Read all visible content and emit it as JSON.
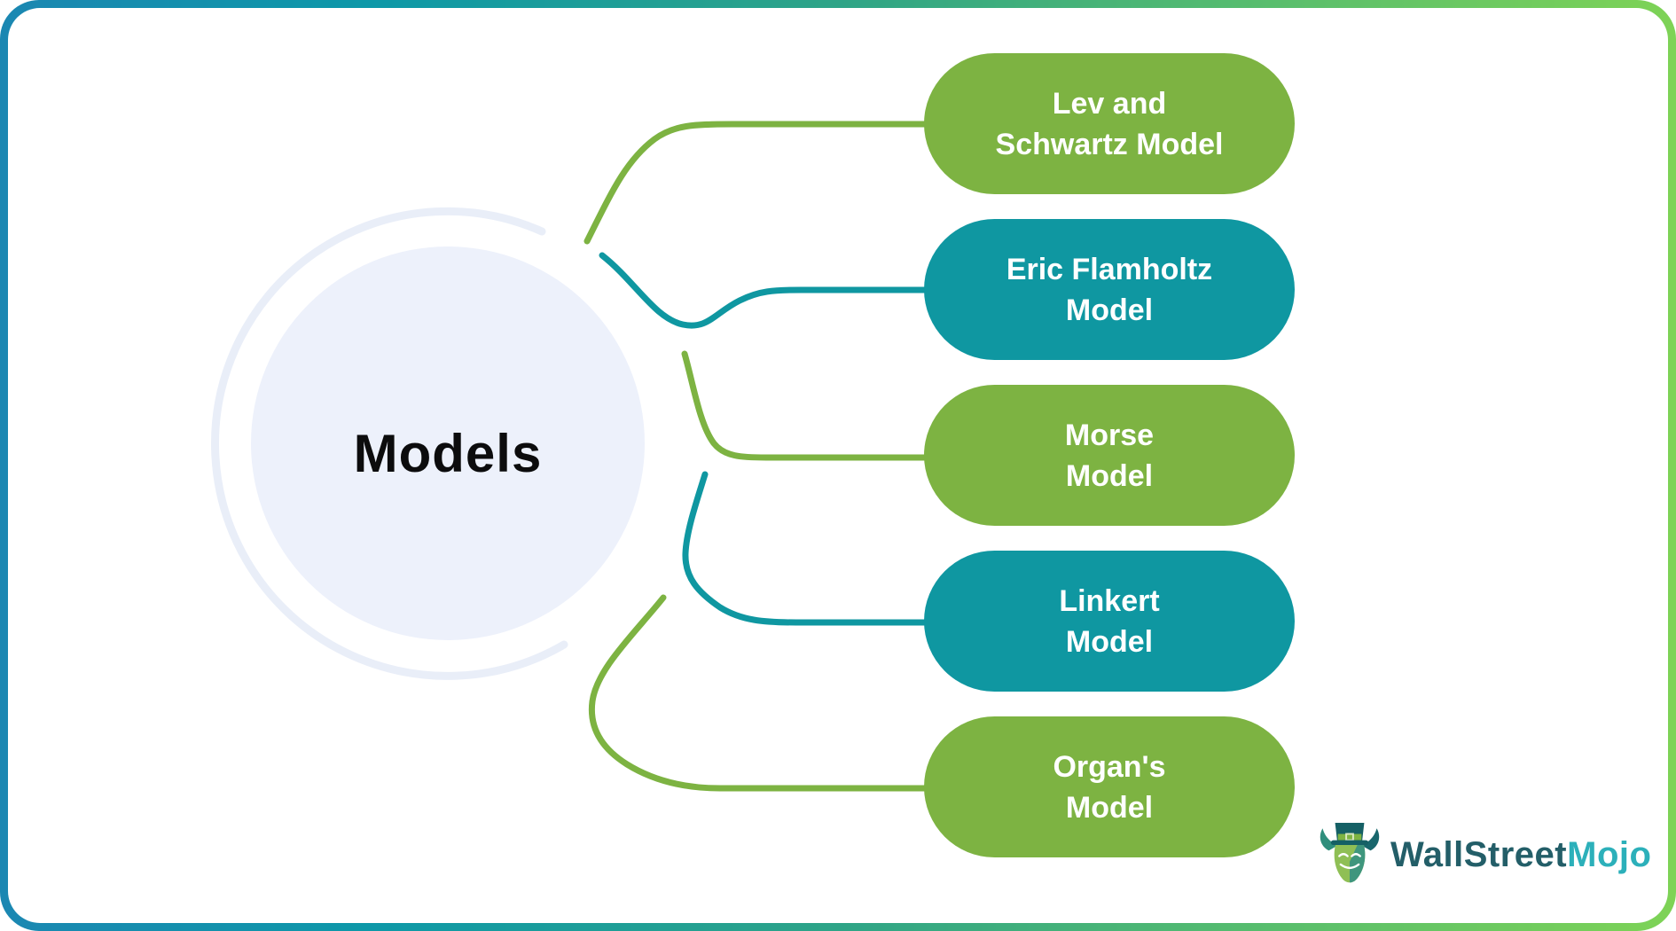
{
  "center": {
    "label": "Models"
  },
  "nodes": {
    "items": [
      {
        "label": "Lev and Schwartz Model",
        "lines": [
          "Lev and",
          "Schwartz Model"
        ],
        "color": "green"
      },
      {
        "label": "Eric Flamholtz Model",
        "lines": [
          "Eric Flamholtz",
          "Model"
        ],
        "color": "teal"
      },
      {
        "label": "Morse Model",
        "lines": [
          "Morse",
          "Model"
        ],
        "color": "green"
      },
      {
        "label": "Linkert Model",
        "lines": [
          "Linkert",
          "Model"
        ],
        "color": "teal"
      },
      {
        "label": "Organ's Model",
        "lines": [
          "Organ's",
          "Model"
        ],
        "color": "green"
      }
    ]
  },
  "logo": {
    "brand_part1": "WallStreet",
    "brand_part2": "Mojo",
    "mascot": "bull-leprechaun-mascot"
  },
  "colors": {
    "node_green": "#7db342",
    "node_teal": "#0f97a1",
    "hub_fill": "#edf1fb",
    "hub_ring": "#e9eef8",
    "border_gradient_left": "#1b87b2",
    "border_gradient_right": "#7ed356",
    "center_text": "#0c0c0d",
    "pill_text": "#ffffff",
    "logo_dark": "#235e68",
    "logo_accent": "#2cb0ba"
  }
}
